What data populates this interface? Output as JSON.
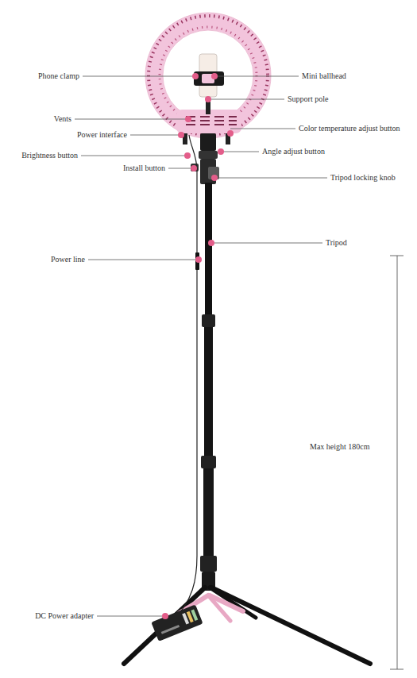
{
  "diagram": {
    "labels": [
      "Phone clamp",
      "Mini ballhead",
      "Support pole",
      "Vents",
      "Color temperature adjust button",
      "Power interface",
      "Brightness button",
      "Angle adjust button",
      "Install button",
      "Tripod locking knob",
      "Tripod",
      "Power line",
      "Max height 180cm",
      "DC Power adapter"
    ]
  }
}
